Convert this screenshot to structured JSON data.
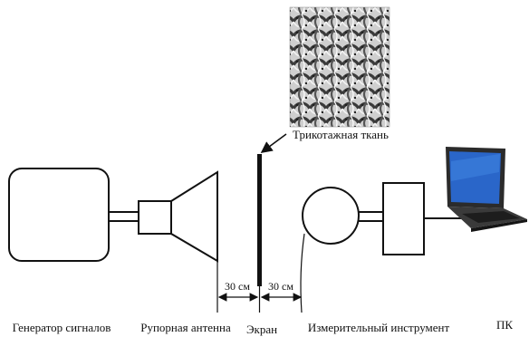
{
  "labels": {
    "generator": "Генератор сигналов",
    "horn": "Рупорная антенна",
    "screen": "Экран",
    "instrument": "Измерительный инструмент",
    "pc": "ПК",
    "fabric": "Трикотажная ткань",
    "distance_left": "30 см",
    "distance_right": "30 см"
  },
  "colors": {
    "stroke": "#111111",
    "laptop_screen": "#2a66c9",
    "laptop_body": "#2b2b2b",
    "knit_dark": "#3c3c3c",
    "knit_light": "#e6e6e6"
  }
}
